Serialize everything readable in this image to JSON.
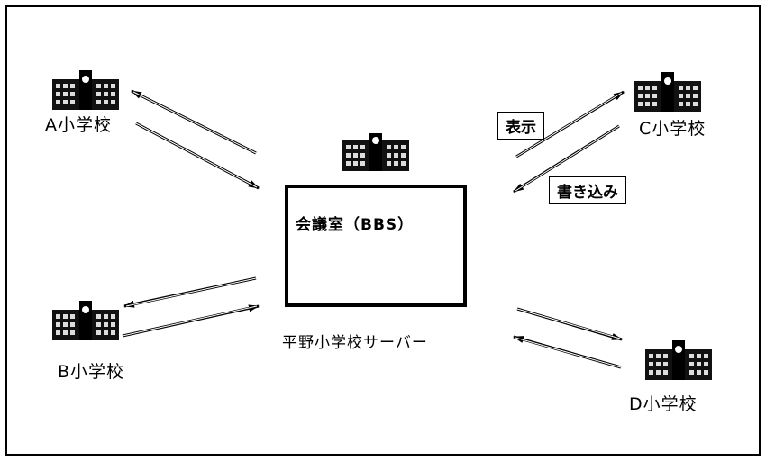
{
  "schools": {
    "a": "A小学校",
    "b": "B小学校",
    "c": "C小学校",
    "d": "D小学校"
  },
  "server": {
    "title": "会議室（BBS）",
    "caption": "平野小学校サーバー"
  },
  "actions": {
    "display": "表示",
    "write": "書き込み"
  },
  "icons": {
    "school": "school-building-icon",
    "server": "server-building-icon"
  }
}
